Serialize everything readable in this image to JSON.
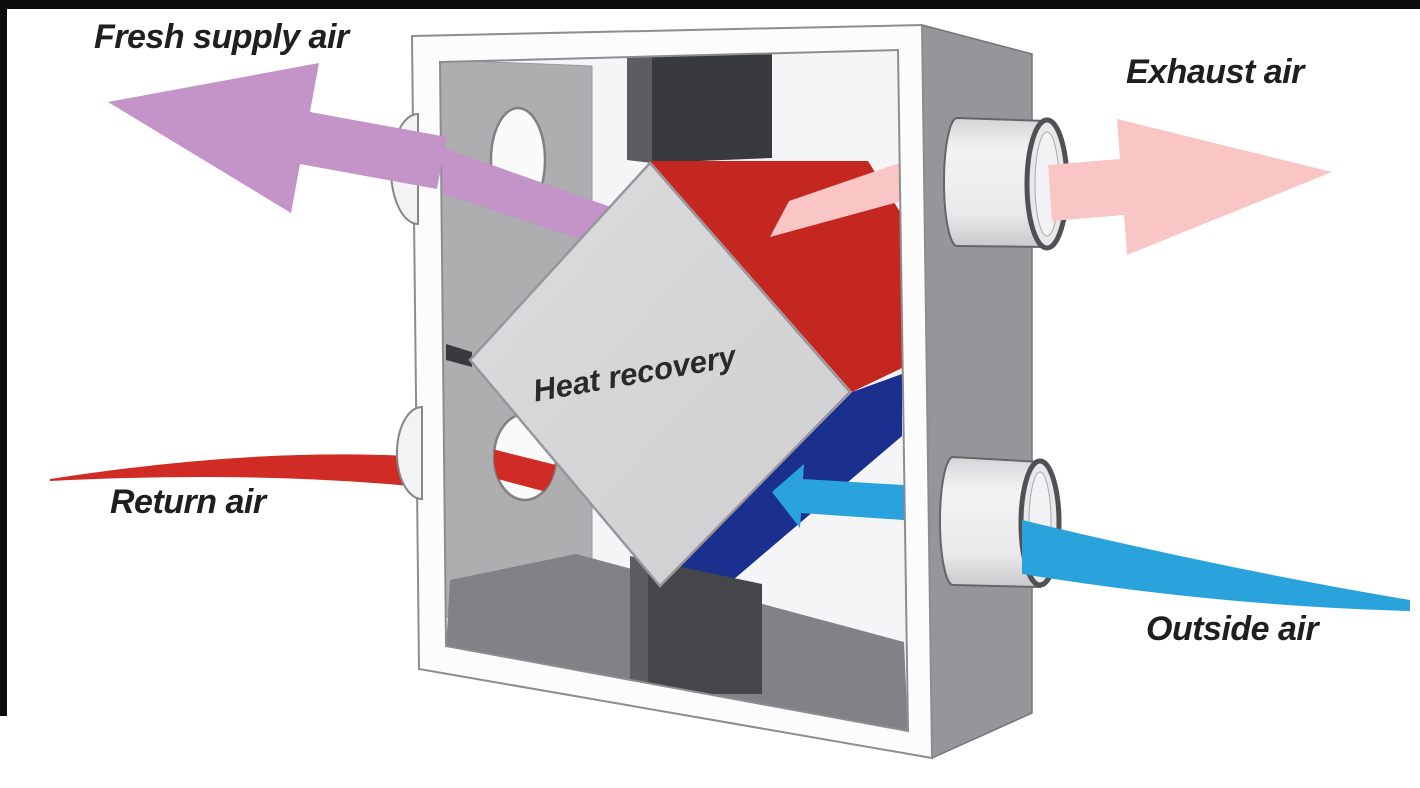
{
  "diagram": {
    "labels": {
      "fresh_supply_air": "Fresh supply air",
      "exhaust_air": "Exhaust air",
      "return_air": "Return air",
      "outside_air": "Outside air",
      "heat_recovery": "Heat recovery"
    },
    "colors": {
      "fresh_supply_arrow": "#c493c8",
      "exhaust_arrow": "#f9c5c5",
      "return_flow": "#d02b24",
      "outside_flow": "#2aa3dc",
      "exchanger_hot_face": "#c4271f",
      "exchanger_cold_face": "#1b2f8e",
      "label_text": "#1f1f1f"
    }
  }
}
